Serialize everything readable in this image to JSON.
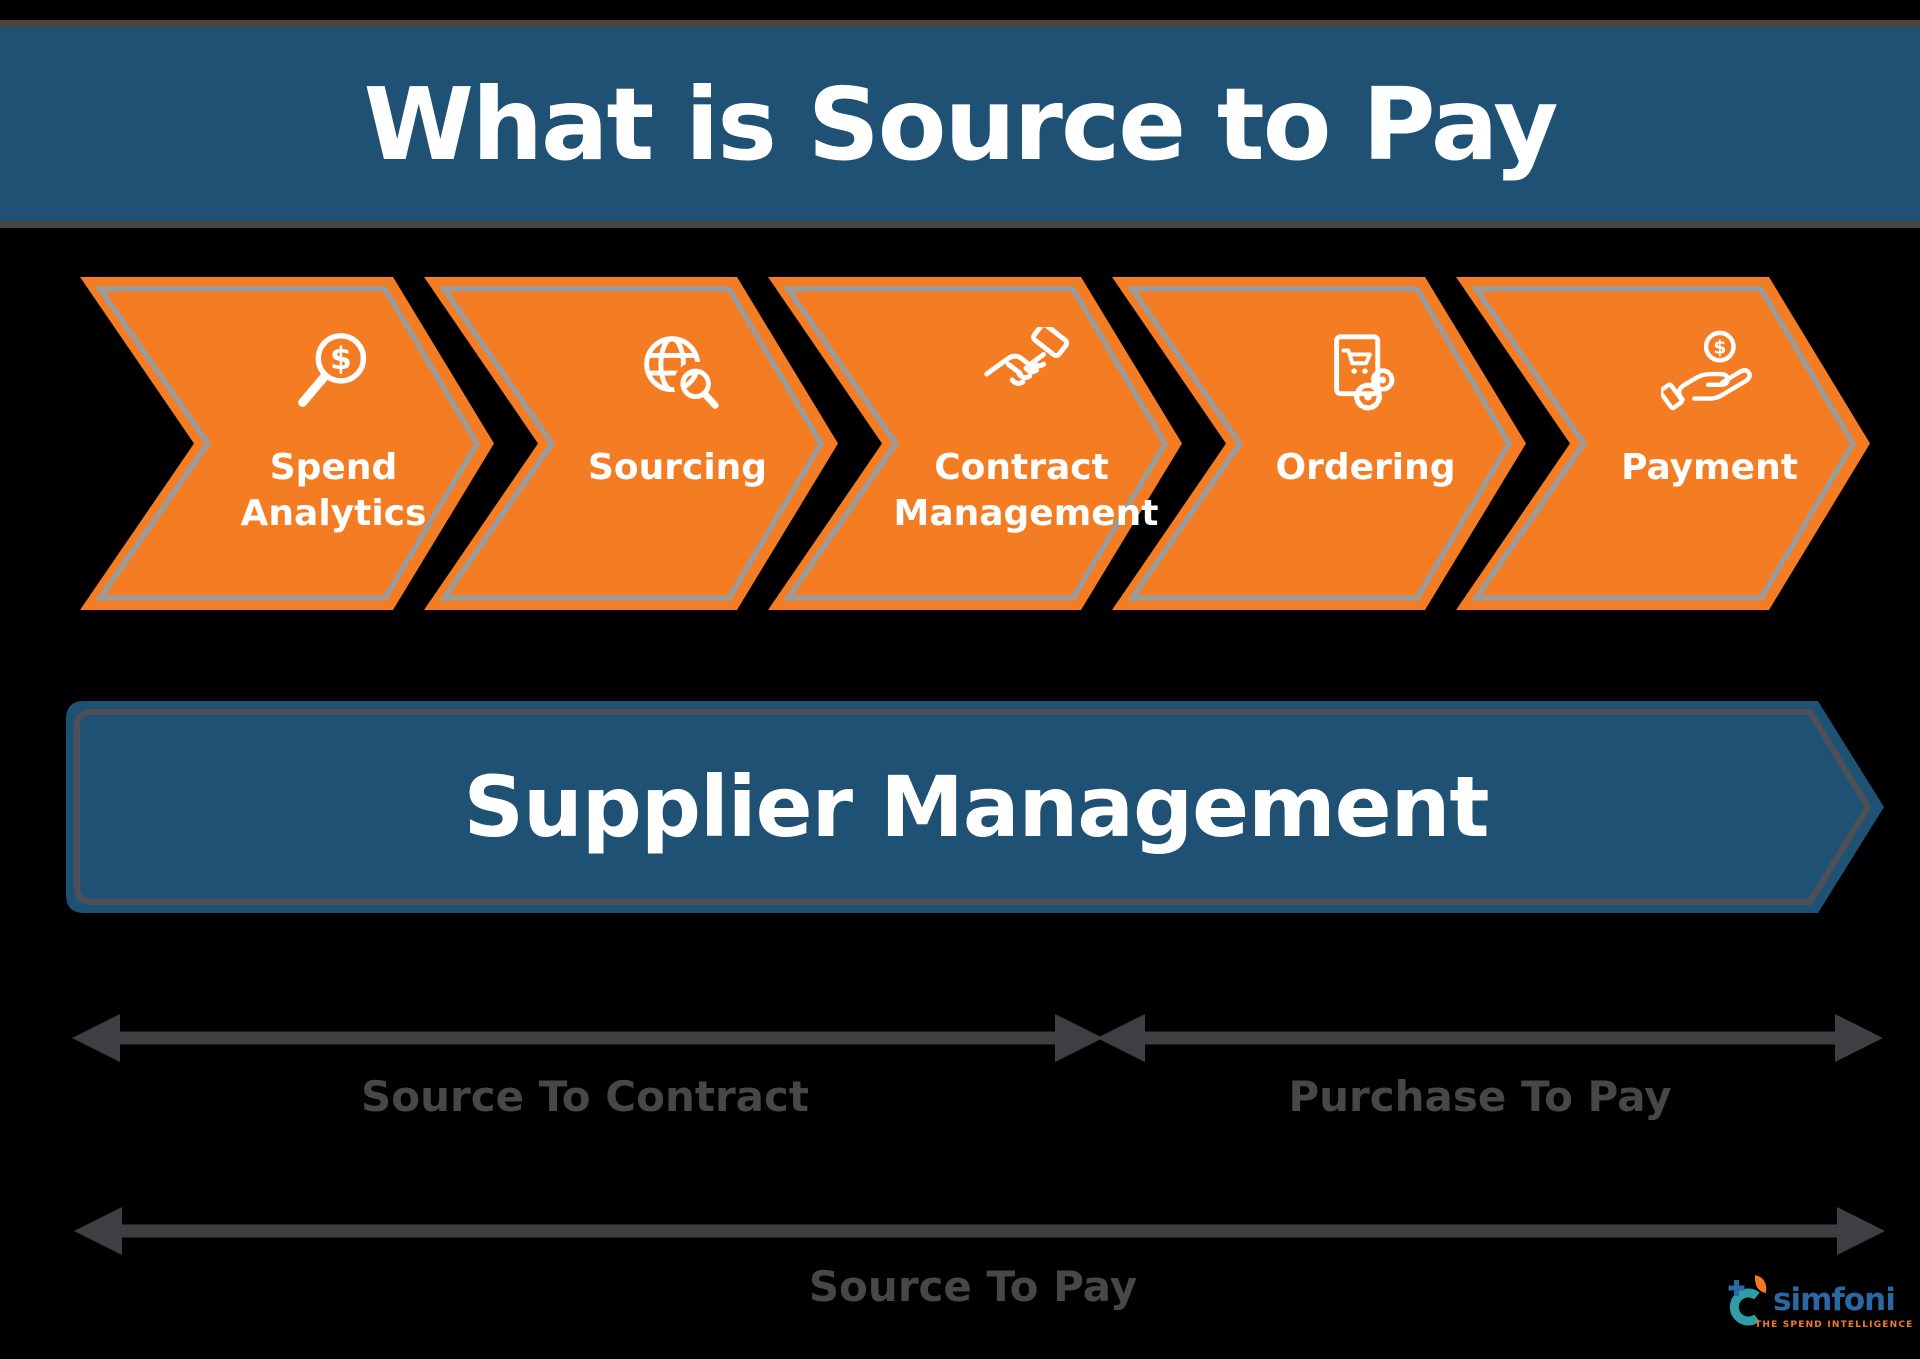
{
  "colors": {
    "bg": "#000000",
    "header-blue": "#1F5174",
    "dark-line": "#4A443E",
    "orange": "#F47C23",
    "outline-gray": "#9B9B9B",
    "bar-outline": "#4E5055",
    "arrow-gray": "#3E3F42",
    "caption-gray": "#47474A",
    "white": "#FFFFFF",
    "logo-blue": "#2A67A5",
    "logo-orange": "#F07B22",
    "logo-teal": "#2E9EA6"
  },
  "header": {
    "title": "What is Source to Pay"
  },
  "process": {
    "steps": [
      {
        "label": "Spend Analytics",
        "icon": "spend-analytics-icon"
      },
      {
        "label": "Sourcing",
        "icon": "sourcing-icon"
      },
      {
        "label": "Contract Management",
        "icon": "contract-management-icon"
      },
      {
        "label": "Ordering",
        "icon": "ordering-icon"
      },
      {
        "label": "Payment",
        "icon": "payment-icon"
      }
    ]
  },
  "supplier_bar": {
    "label": "Supplier Management"
  },
  "spans": {
    "source_to_contract": "Source To Contract",
    "purchase_to_pay": "Purchase To Pay",
    "source_to_pay": "Source To Pay"
  },
  "logo": {
    "name": "simfoni",
    "tagline": "THE SPEND INTELLIGENCE"
  }
}
